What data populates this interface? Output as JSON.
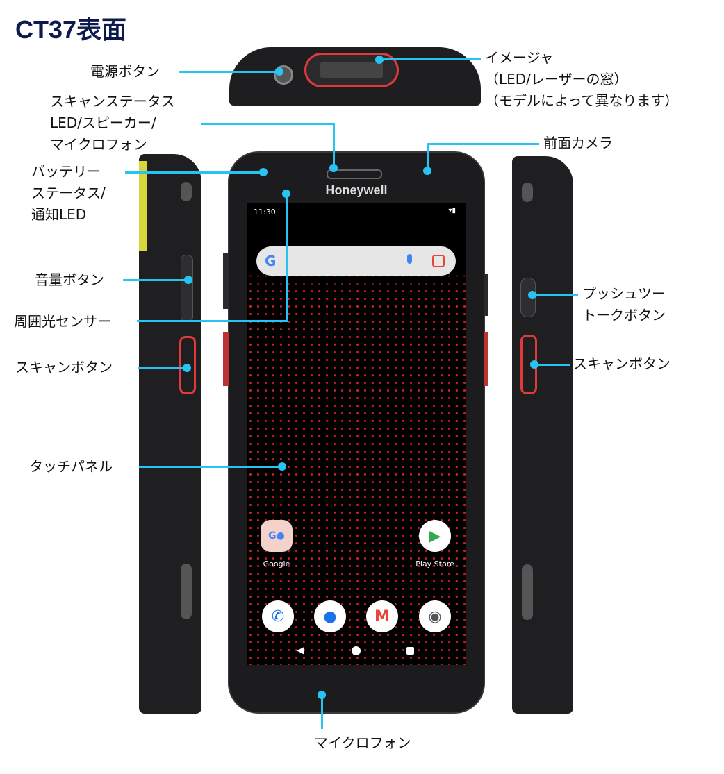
{
  "title": "CT37表面",
  "labels": {
    "power": "電源ボタン",
    "imager": [
      "イメージャ",
      "（LED/レーザーの窓）",
      "（モデルによって異なります）"
    ],
    "scan_status": [
      "スキャンステータス",
      "LED/スピーカー/",
      "マイクロフォン"
    ],
    "front_camera": "前面カメラ",
    "battery": [
      "バッテリー",
      "ステータス/",
      "通知LED"
    ],
    "volume": "音量ボタン",
    "ambient": "周囲光センサー",
    "scan_left": "スキャンボタン",
    "touch": "タッチパネル",
    "mic": "マイクロフォン",
    "ptt": [
      "プッシュツー",
      "トークボタン"
    ],
    "scan_right": "スキャンボタン"
  },
  "device": {
    "brand": "Honeywell",
    "time": "11:30",
    "apps": [
      {
        "label": "Google"
      },
      {
        "label": "Play Store"
      }
    ],
    "search_logo": "G"
  },
  "colors": {
    "callout": "#27c3f3",
    "title": "#0d1a4e",
    "accent_red": "#e03a3a"
  }
}
